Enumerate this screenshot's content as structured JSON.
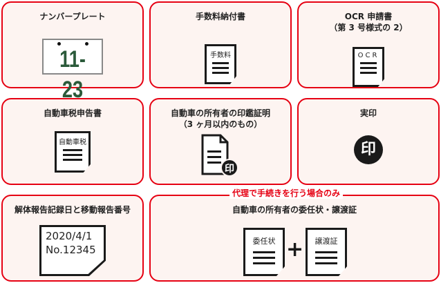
{
  "cards": [
    {
      "title": "ナンバープレート",
      "plate": "11-23"
    },
    {
      "title": "手数料納付書",
      "doc_label": "手数料"
    },
    {
      "title": "OCR 申請書\n（第 3 号様式の 2）",
      "doc_label": "OCR"
    },
    {
      "title": "自動車税申告書",
      "doc_label": "自動車税"
    },
    {
      "title": "自動車の所有者の印鑑証明\n（3 ヶ月以内のもの）",
      "stamp": "印"
    },
    {
      "title": "実印",
      "stamp": "印"
    },
    {
      "title": "解体報告記録日と移動報告番号",
      "line1": "2020/4/1",
      "line2": "No.12345"
    },
    {
      "title": "自動車の所有者の委任状・譲渡証",
      "note": "代理で手続きを行う場合のみ",
      "doc_label_a": "委任状",
      "plus": "+",
      "doc_label_b": "譲渡証"
    }
  ],
  "colors": {
    "accent": "#e60012",
    "card_bg": "#fdf4f1",
    "plate_text": "#2b5a3a"
  }
}
